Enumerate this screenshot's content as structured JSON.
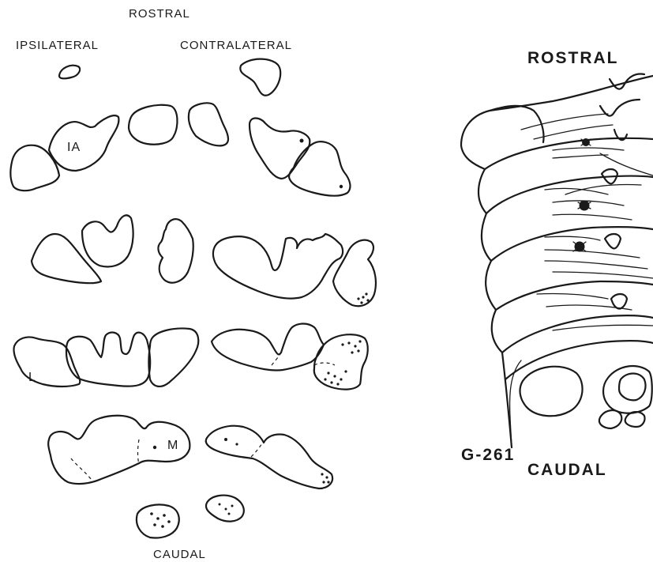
{
  "left_panel": {
    "rostral_label": "ROSTRAL",
    "ipsilateral_label": "IPSILATERAL",
    "contralateral_label": "CONTRALATERAL",
    "caudal_label": "CAUDAL",
    "region_labels": {
      "ia": "IA",
      "l": "L",
      "m": "M"
    }
  },
  "right_panel": {
    "rostral_label": "ROSTRAL",
    "caudal_label": "CAUDAL",
    "specimen_label": "G-261"
  },
  "colors": {
    "ink": "#1a1a1a",
    "background": "#ffffff"
  }
}
